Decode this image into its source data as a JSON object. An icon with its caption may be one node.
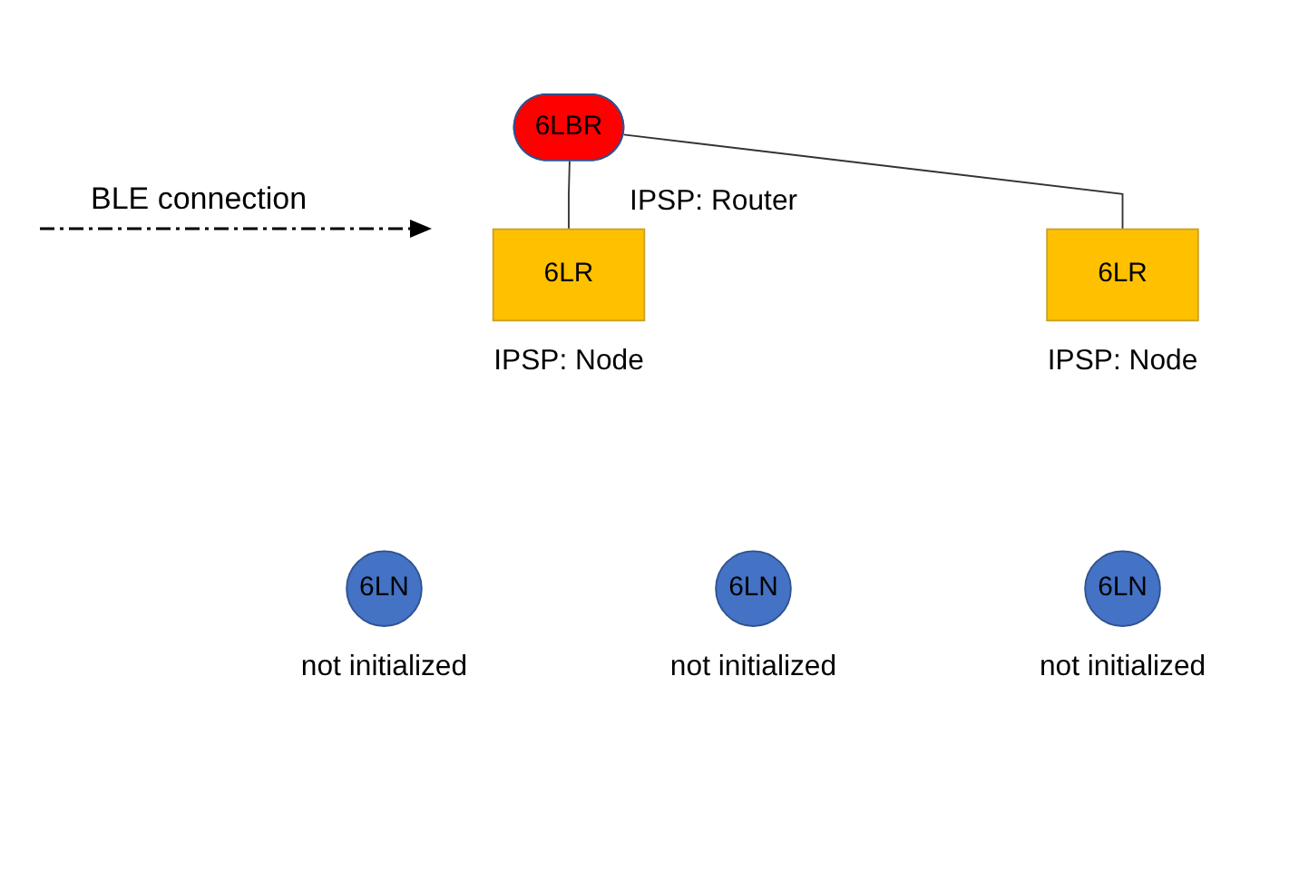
{
  "diagram": {
    "nodes": [
      {
        "text": [
          "6LBR"
        ],
        "beside": [
          "IPSP: Router"
        ]
      },
      {
        "text": [
          "6LR"
        ],
        "beside": [
          "IPSP: Node"
        ]
      },
      {
        "text": [
          "6LR"
        ],
        "beside": [
          "IPSP: Node"
        ]
      },
      {
        "text": [
          "6LN"
        ],
        "beside": [
          "not initialized"
        ]
      },
      {
        "text": [
          "6LN"
        ],
        "beside": [
          "not initialized"
        ]
      },
      {
        "text": [
          "6LN"
        ],
        "beside": [
          "not initialized"
        ]
      }
    ],
    "edges": [
      {
        "from": 0,
        "to": 1,
        "arrow": "none"
      },
      {
        "from": 0,
        "to": 2,
        "arrow": "none"
      }
    ],
    "legend": [
      {
        "text": "BLE connection"
      }
    ]
  }
}
